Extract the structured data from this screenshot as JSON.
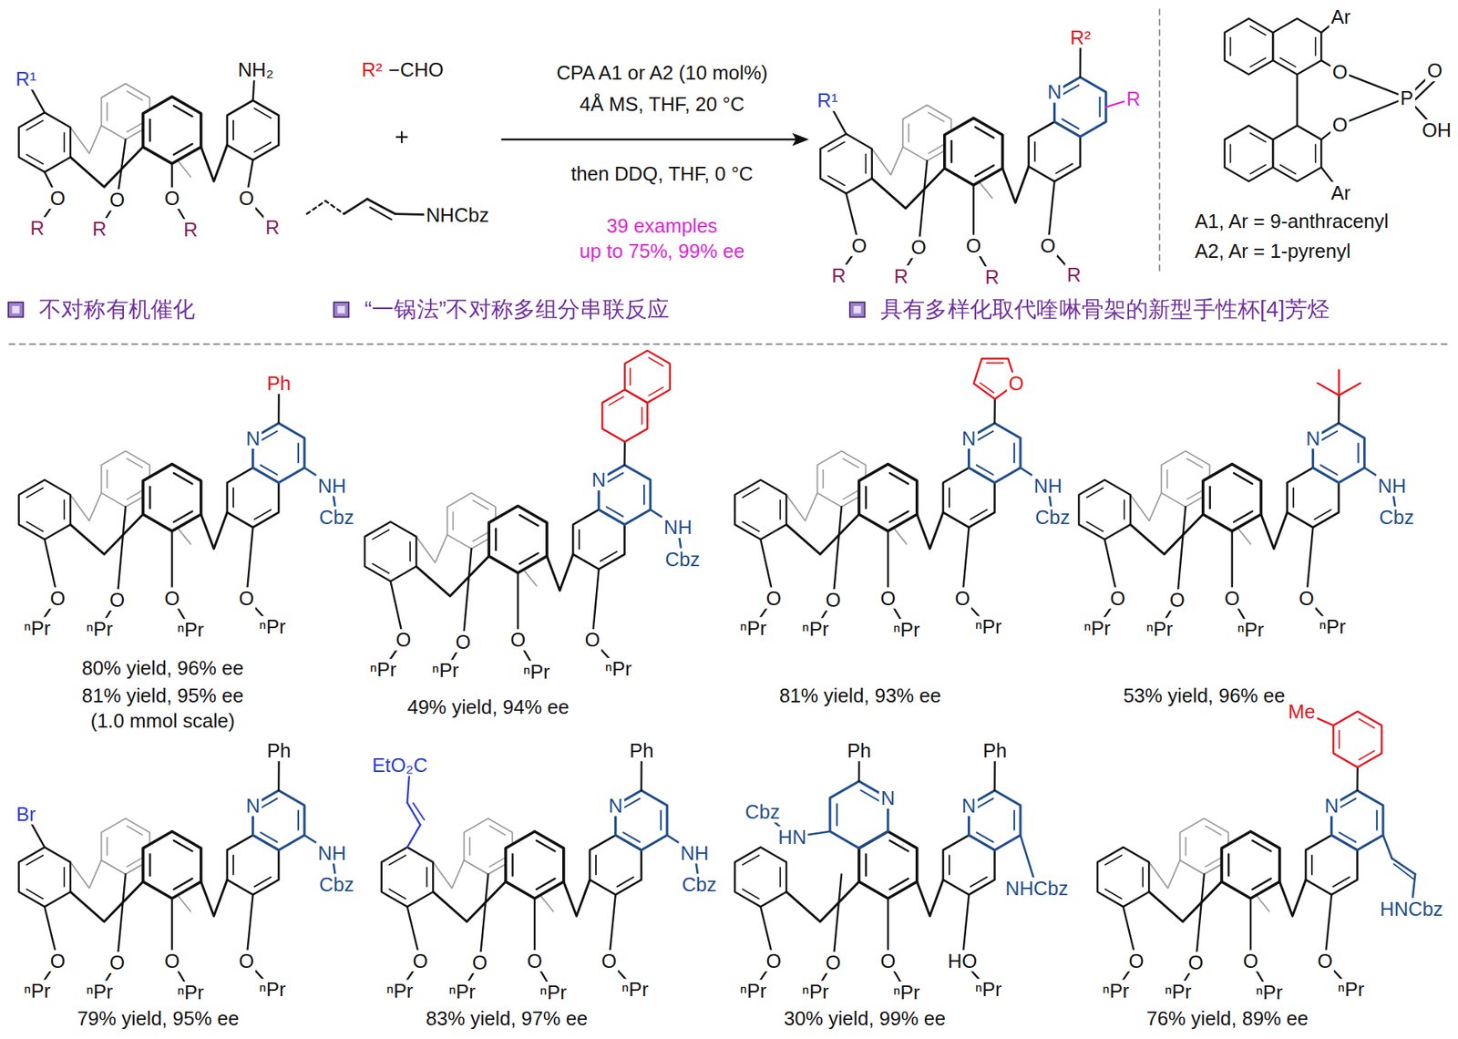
{
  "diagram": {
    "labels": [
      "R¹",
      "NH₂",
      "O",
      "O",
      "O",
      "O",
      "R",
      "R",
      "R",
      "R",
      "R²",
      "−CHO",
      "+",
      "NHCbz",
      "CPA A1 or A2 (10 mol%)",
      "4Å MS, THF, 20 °C",
      "then DDQ, THF, 0 °C",
      "39 examples",
      "up to 75%, 99% ee",
      "R¹",
      "R²",
      "N",
      "R",
      "O",
      "O",
      "O",
      "O",
      "R",
      "R",
      "R",
      "R",
      "Ar",
      "O",
      "P",
      "O",
      "OH",
      "O",
      "Ar",
      "A1, Ar = 9-anthracenyl",
      "A2, Ar = 1-pyrenyl",
      "不对称有机催化",
      "“一锅法”不对称多组分串联反应",
      "具有多样化取代喹啉骨架的新型手性杯[4]芳烃",
      "Ph",
      "N",
      "NH",
      "Cbz",
      "O",
      "O",
      "O",
      "O",
      "ⁿPr",
      "ⁿPr",
      "ⁿPr",
      "ⁿPr",
      "80% yield, 96% ee",
      "81% yield, 95% ee",
      "(1.0 mmol scale)",
      "N",
      "NH",
      "Cbz",
      "O",
      "O",
      "O",
      "O",
      "ⁿPr",
      "ⁿPr",
      "ⁿPr",
      "ⁿPr",
      "49% yield, 94% ee",
      "O",
      "N",
      "NH",
      "Cbz",
      "O",
      "O",
      "O",
      "O",
      "ⁿPr",
      "ⁿPr",
      "ⁿPr",
      "ⁿPr",
      "81% yield, 93% ee",
      "N",
      "NH",
      "Cbz",
      "O",
      "O",
      "O",
      "O",
      "ⁿPr",
      "ⁿPr",
      "ⁿPr",
      "ⁿPr",
      "53% yield, 96% ee",
      "Br",
      "Ph",
      "N",
      "NH",
      "Cbz",
      "O",
      "O",
      "O",
      "O",
      "ⁿPr",
      "ⁿPr",
      "ⁿPr",
      "ⁿPr",
      "79% yield, 95% ee",
      "EtO₂C",
      "Ph",
      "N",
      "NH",
      "Cbz",
      "O",
      "O",
      "O",
      "O",
      "ⁿPr",
      "ⁿPr",
      "ⁿPr",
      "ⁿPr",
      "83% yield, 97% ee",
      "Ph",
      "N",
      "Cbz",
      "HN",
      "Ph",
      "N",
      "NHCbz",
      "O",
      "O",
      "O",
      "HO",
      "ⁿPr",
      "ⁿPr",
      "ⁿPr",
      "ⁿPr",
      "30% yield, 99% ee",
      "Me",
      "N",
      "HNCbz",
      "O",
      "O",
      "O",
      "O",
      "ⁿPr",
      "ⁿPr",
      "ⁿPr",
      "ⁿPr",
      "76% yield, 89% ee"
    ]
  }
}
